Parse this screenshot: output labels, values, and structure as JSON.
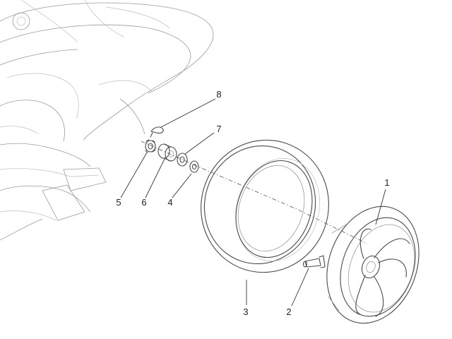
{
  "diagram": {
    "background": "#ffffff",
    "line_color": "#4a4a4a",
    "callouts": [
      {
        "id": "rim",
        "label": "1"
      },
      {
        "id": "valve",
        "label": "2"
      },
      {
        "id": "tyre",
        "label": "3"
      },
      {
        "id": "washer-small",
        "label": "4"
      },
      {
        "id": "nut",
        "label": "5"
      },
      {
        "id": "spacer",
        "label": "6"
      },
      {
        "id": "washer-large",
        "label": "7"
      },
      {
        "id": "split-pin",
        "label": "8"
      }
    ]
  }
}
